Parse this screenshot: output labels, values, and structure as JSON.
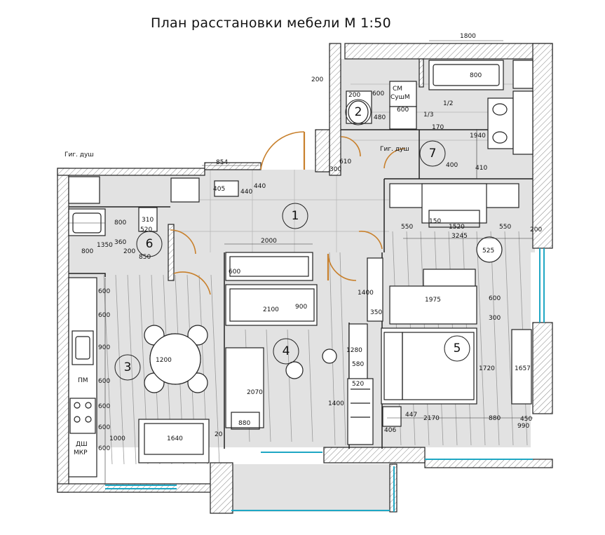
{
  "title": "План расстановки мебели М 1:50",
  "rooms": [
    "1",
    "2",
    "3",
    "4",
    "5",
    "6",
    "7"
  ],
  "appliance_labels": {
    "sm": "СМ",
    "sushm": "СушМ",
    "pm": "ПМ",
    "dsh": "ДШ",
    "mkr": "МКР",
    "hyg_shower_left": "Гиг. душ",
    "hyg_shower_right": "Гиг. душ"
  },
  "dimensions": {
    "d1800": "1800",
    "d800_bath": "800",
    "d200_top": "200",
    "d200_a": "200",
    "d600_a": "600",
    "d600_b": "600",
    "d480": "480",
    "d600_c": "600",
    "d1_2": "1/2",
    "d1_3": "1/3",
    "d170": "170",
    "d1940": "1940",
    "d300": "300",
    "d610": "610",
    "d400": "400",
    "d410": "410",
    "d854": "854",
    "d405": "405",
    "d440": "440",
    "d440b": "440",
    "d800_sink": "800",
    "d310": "310",
    "d520": "520",
    "d360": "360",
    "d200_b": "200",
    "d850": "850",
    "d800_bottom": "800",
    "d1350": "1350",
    "d2000": "2000",
    "d600_tv": "600",
    "d2100": "2100",
    "d900": "900",
    "d1400_a": "1400",
    "d350": "350",
    "d550_a": "550",
    "d150": "150",
    "d1520": "1520",
    "d550_b": "550",
    "d200_right": "200",
    "d3245": "3245",
    "d525": "525",
    "d1975": "1975",
    "d600_r": "600",
    "d300_r": "300",
    "d1720": "1720",
    "d1657": "1657",
    "k600_1": "600",
    "k600_2": "600",
    "k900": "900",
    "k600_3": "600",
    "k600_4": "600",
    "k600_5": "600",
    "k600_6": "600",
    "d1200": "1200",
    "d1000": "1000",
    "d1640": "1640",
    "d20": "20",
    "d2070": "2070",
    "d880_a": "880",
    "d1280": "1280",
    "d580": "580",
    "d520_b": "520",
    "d1400_b": "1400",
    "d406": "406",
    "d447": "447",
    "d2170": "2170",
    "d880_b": "880",
    "d990": "990",
    "d450": "450"
  },
  "colors": {
    "wall": "#222222",
    "floor": "#e2e2e2",
    "door": "#c8802c",
    "window": "#1fa7c4"
  }
}
